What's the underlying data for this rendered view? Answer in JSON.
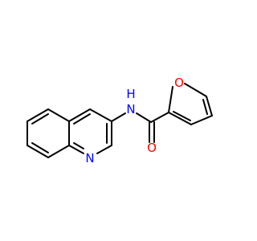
{
  "molecule": {
    "atoms": {
      "furan_oxygen": {
        "symbol": "O",
        "color": "#ff0000"
      },
      "nh": {
        "symbol": "N",
        "color": "#0000ff"
      },
      "h": {
        "symbol": "H",
        "color": "#0000ff"
      },
      "carbonyl_oxygen": {
        "symbol": "O",
        "color": "#ff0000"
      },
      "quinoline_nitrogen": {
        "symbol": "N",
        "color": "#0000ff"
      }
    },
    "bond_color": "#000000",
    "background": "#ffffff"
  }
}
